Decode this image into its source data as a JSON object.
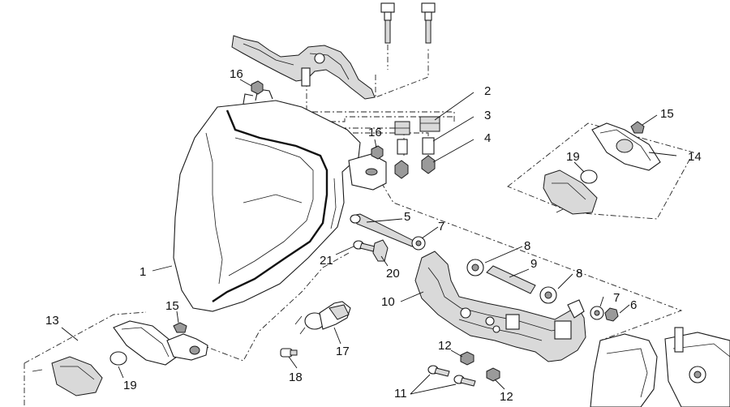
{
  "diagram": {
    "callouts": [
      "1",
      "2",
      "3",
      "4",
      "5",
      "6",
      "7",
      "7",
      "8",
      "8",
      "9",
      "10",
      "11",
      "12",
      "12",
      "13",
      "14",
      "15",
      "15",
      "16",
      "16",
      "17",
      "18",
      "19",
      "19",
      "20",
      "21"
    ],
    "colors": {
      "line": "#1a1a1a",
      "background": "#ffffff",
      "shade": "#d9d9d9"
    }
  }
}
